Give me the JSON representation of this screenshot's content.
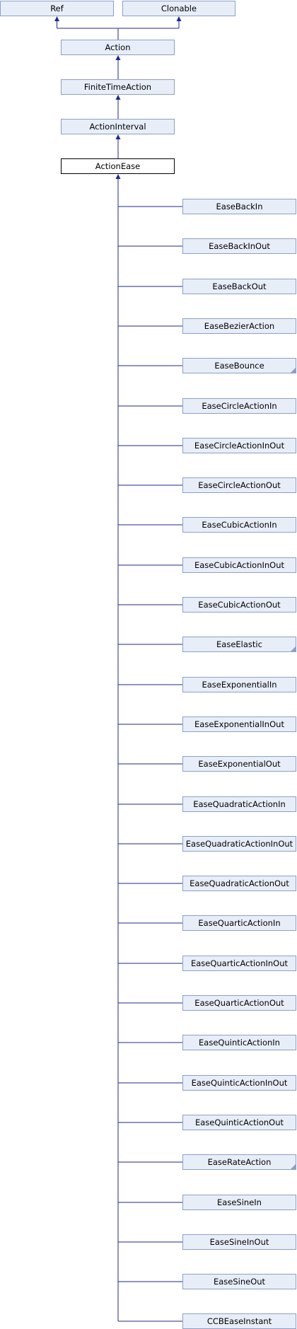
{
  "colors": {
    "edge": "#1f2a8a",
    "node_fill": "#e8eef8",
    "node_border": "#8d9fc9",
    "current_border": "#000000"
  },
  "top_bases": [
    {
      "id": "ref",
      "label": "Ref"
    },
    {
      "id": "clonable",
      "label": "Clonable"
    }
  ],
  "chain": [
    {
      "id": "action",
      "label": "Action"
    },
    {
      "id": "finite-time-action",
      "label": "FiniteTimeAction"
    },
    {
      "id": "action-interval",
      "label": "ActionInterval"
    },
    {
      "id": "action-ease",
      "label": "ActionEase",
      "current": true
    }
  ],
  "children": [
    {
      "label": "EaseBackIn"
    },
    {
      "label": "EaseBackInOut"
    },
    {
      "label": "EaseBackOut"
    },
    {
      "label": "EaseBezierAction"
    },
    {
      "label": "EaseBounce",
      "has_children": true
    },
    {
      "label": "EaseCircleActionIn"
    },
    {
      "label": "EaseCircleActionInOut"
    },
    {
      "label": "EaseCircleActionOut"
    },
    {
      "label": "EaseCubicActionIn"
    },
    {
      "label": "EaseCubicActionInOut"
    },
    {
      "label": "EaseCubicActionOut"
    },
    {
      "label": "EaseElastic",
      "has_children": true
    },
    {
      "label": "EaseExponentialIn"
    },
    {
      "label": "EaseExponentialInOut"
    },
    {
      "label": "EaseExponentialOut"
    },
    {
      "label": "EaseQuadraticActionIn"
    },
    {
      "label": "EaseQuadraticActionInOut"
    },
    {
      "label": "EaseQuadraticActionOut"
    },
    {
      "label": "EaseQuarticActionIn"
    },
    {
      "label": "EaseQuarticActionInOut"
    },
    {
      "label": "EaseQuarticActionOut"
    },
    {
      "label": "EaseQuinticActionIn"
    },
    {
      "label": "EaseQuinticActionInOut"
    },
    {
      "label": "EaseQuinticActionOut"
    },
    {
      "label": "EaseRateAction",
      "has_children": true
    },
    {
      "label": "EaseSineIn"
    },
    {
      "label": "EaseSineInOut"
    },
    {
      "label": "EaseSineOut"
    },
    {
      "label": "CCBEaseInstant"
    }
  ]
}
